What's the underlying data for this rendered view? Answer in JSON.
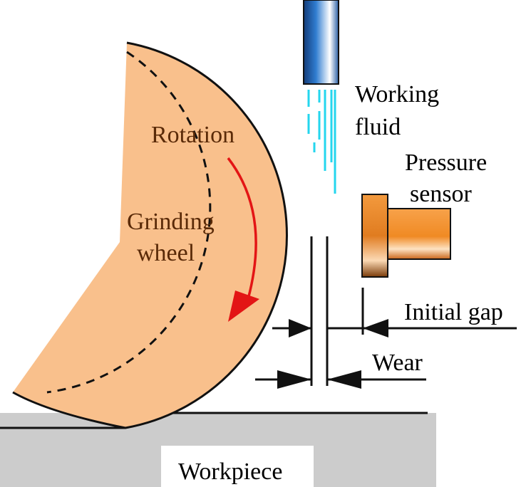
{
  "labels": {
    "working_fluid_line1": "Working",
    "working_fluid_line2": "fluid",
    "pressure_sensor_line1": "Pressure",
    "pressure_sensor_line2": "sensor",
    "rotation": "Rotation",
    "grinding_wheel_line1": "Grinding",
    "grinding_wheel_line2": "wheel",
    "initial_gap": "Initial gap",
    "wear": "Wear",
    "workpiece": "Workpiece"
  },
  "colors": {
    "wheel_fill": "#f9c08c",
    "wheel_outline": "#111111",
    "rotation_arrow": "#e31515",
    "fluid_jet": "#24d6ee",
    "nozzle_blue": "#1e5aa8",
    "sensor_orange": "#f08a24",
    "workpiece_fill": "#cccccc",
    "label_text": "#000000",
    "wheel_label_text": "#5a2a08"
  }
}
